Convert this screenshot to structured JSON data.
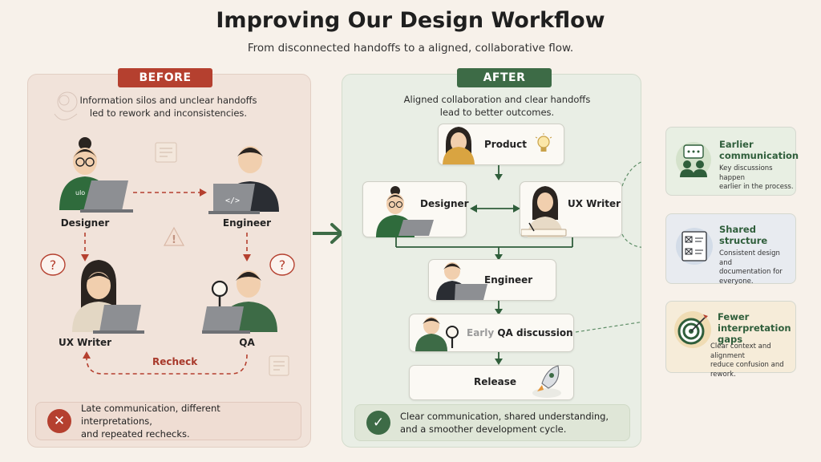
{
  "header": {
    "title": "Improving Our Design Workflow",
    "subtitle": "From disconnected handoffs to a aligned, collaborative flow."
  },
  "before": {
    "banner": "BEFORE",
    "desc_line1": "Information silos and unclear handoffs",
    "desc_line2": "led to rework and inconsistencies.",
    "people": {
      "designer": "Designer",
      "engineer": "Engineer",
      "ux_writer": "UX Writer",
      "qa": "QA"
    },
    "recheck_label": "Recheck",
    "question_mark": "?",
    "warning_mark": "!",
    "laptop_code": "</>",
    "laptop_logo": "ulo",
    "footer_line1": "Late communication, different interpretations,",
    "footer_line2": "and repeated rechecks."
  },
  "after": {
    "banner": "AFTER",
    "desc_line1": "Aligned collaboration and clear handoffs",
    "desc_line2": "lead to better outcomes.",
    "steps": {
      "product": "Product",
      "designer": "Designer",
      "ux_writer": "UX Writer",
      "engineer": "Engineer",
      "qa_early": "Early",
      "qa_rest": "QA discussion",
      "release": "Release"
    },
    "footer_line1": "Clear communication, shared understanding,",
    "footer_line2": "and a smoother development cycle."
  },
  "benefits": [
    {
      "title_line1": "Earlier",
      "title_line2": "communication",
      "desc_line1": "Key discussions happen",
      "desc_line2": "earlier in the process.",
      "desc_line3": "",
      "icon": "chat-team-icon"
    },
    {
      "title_line1": "Shared",
      "title_line2": "structure",
      "desc_line1": "Consistent design and",
      "desc_line2": "documentation for",
      "desc_line3": "everyone.",
      "icon": "structure-doc-icon"
    },
    {
      "title_line1": "Fewer",
      "title_line2": "interpretation gaps",
      "desc_line1": "Clear context and alignment",
      "desc_line2": "reduce confusion and",
      "desc_line3": "rework.",
      "icon": "target-icon"
    }
  ],
  "colors": {
    "before_accent": "#b5402f",
    "after_accent": "#3d6b46",
    "hair": "#2a2420",
    "skin": "#f1cfae"
  }
}
